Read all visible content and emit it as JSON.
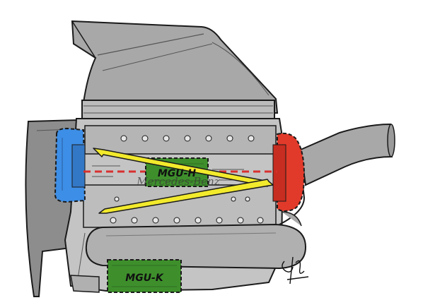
{
  "labels": {
    "mgu_h": "MGU-H",
    "mgu_k": "MGU-K",
    "brand": "Mercedes-Benz"
  },
  "colors": {
    "engine_gray": "#a8a8a8",
    "engine_light": "#c4c4c4",
    "engine_dark": "#7d7d7d",
    "compressor_blue": "#3d8ee6",
    "turbine_red": "#e23a2a",
    "mgu_green": "#3e8f2c",
    "shaft_yellow": "#f2ea2c",
    "shaft_line_red": "#d93030",
    "outline": "#1a1a1a"
  },
  "icons": {
    "signature": "artist-signature-icon"
  }
}
